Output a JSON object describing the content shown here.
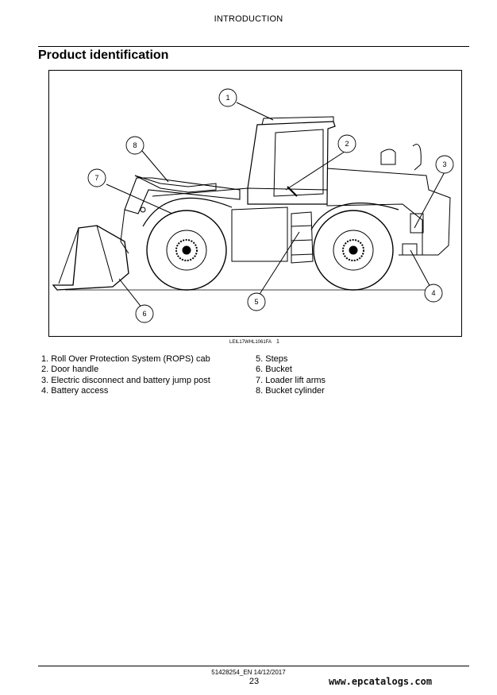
{
  "header": {
    "section": "INTRODUCTION"
  },
  "page": {
    "title": "Product identification"
  },
  "figure": {
    "code": "LEIL17WHL1061FA",
    "number": "1",
    "callouts": [
      "1",
      "2",
      "3",
      "4",
      "5",
      "6",
      "7",
      "8"
    ]
  },
  "legend": {
    "left": [
      {
        "num": "1.",
        "text": "Roll Over Protection System (ROPS) cab"
      },
      {
        "num": "2.",
        "text": "Door handle"
      },
      {
        "num": "3.",
        "text": "Electric disconnect and battery jump post"
      },
      {
        "num": "4.",
        "text": "Battery access"
      }
    ],
    "right": [
      {
        "num": "5.",
        "text": "Steps"
      },
      {
        "num": "6.",
        "text": "Bucket"
      },
      {
        "num": "7.",
        "text": "Loader lift arms"
      },
      {
        "num": "8.",
        "text": "Bucket cylinder"
      }
    ]
  },
  "footer": {
    "doc_id": "51428254_EN 14/12/2017",
    "page_number": "23"
  },
  "watermark": "www.epcatalogs.com"
}
